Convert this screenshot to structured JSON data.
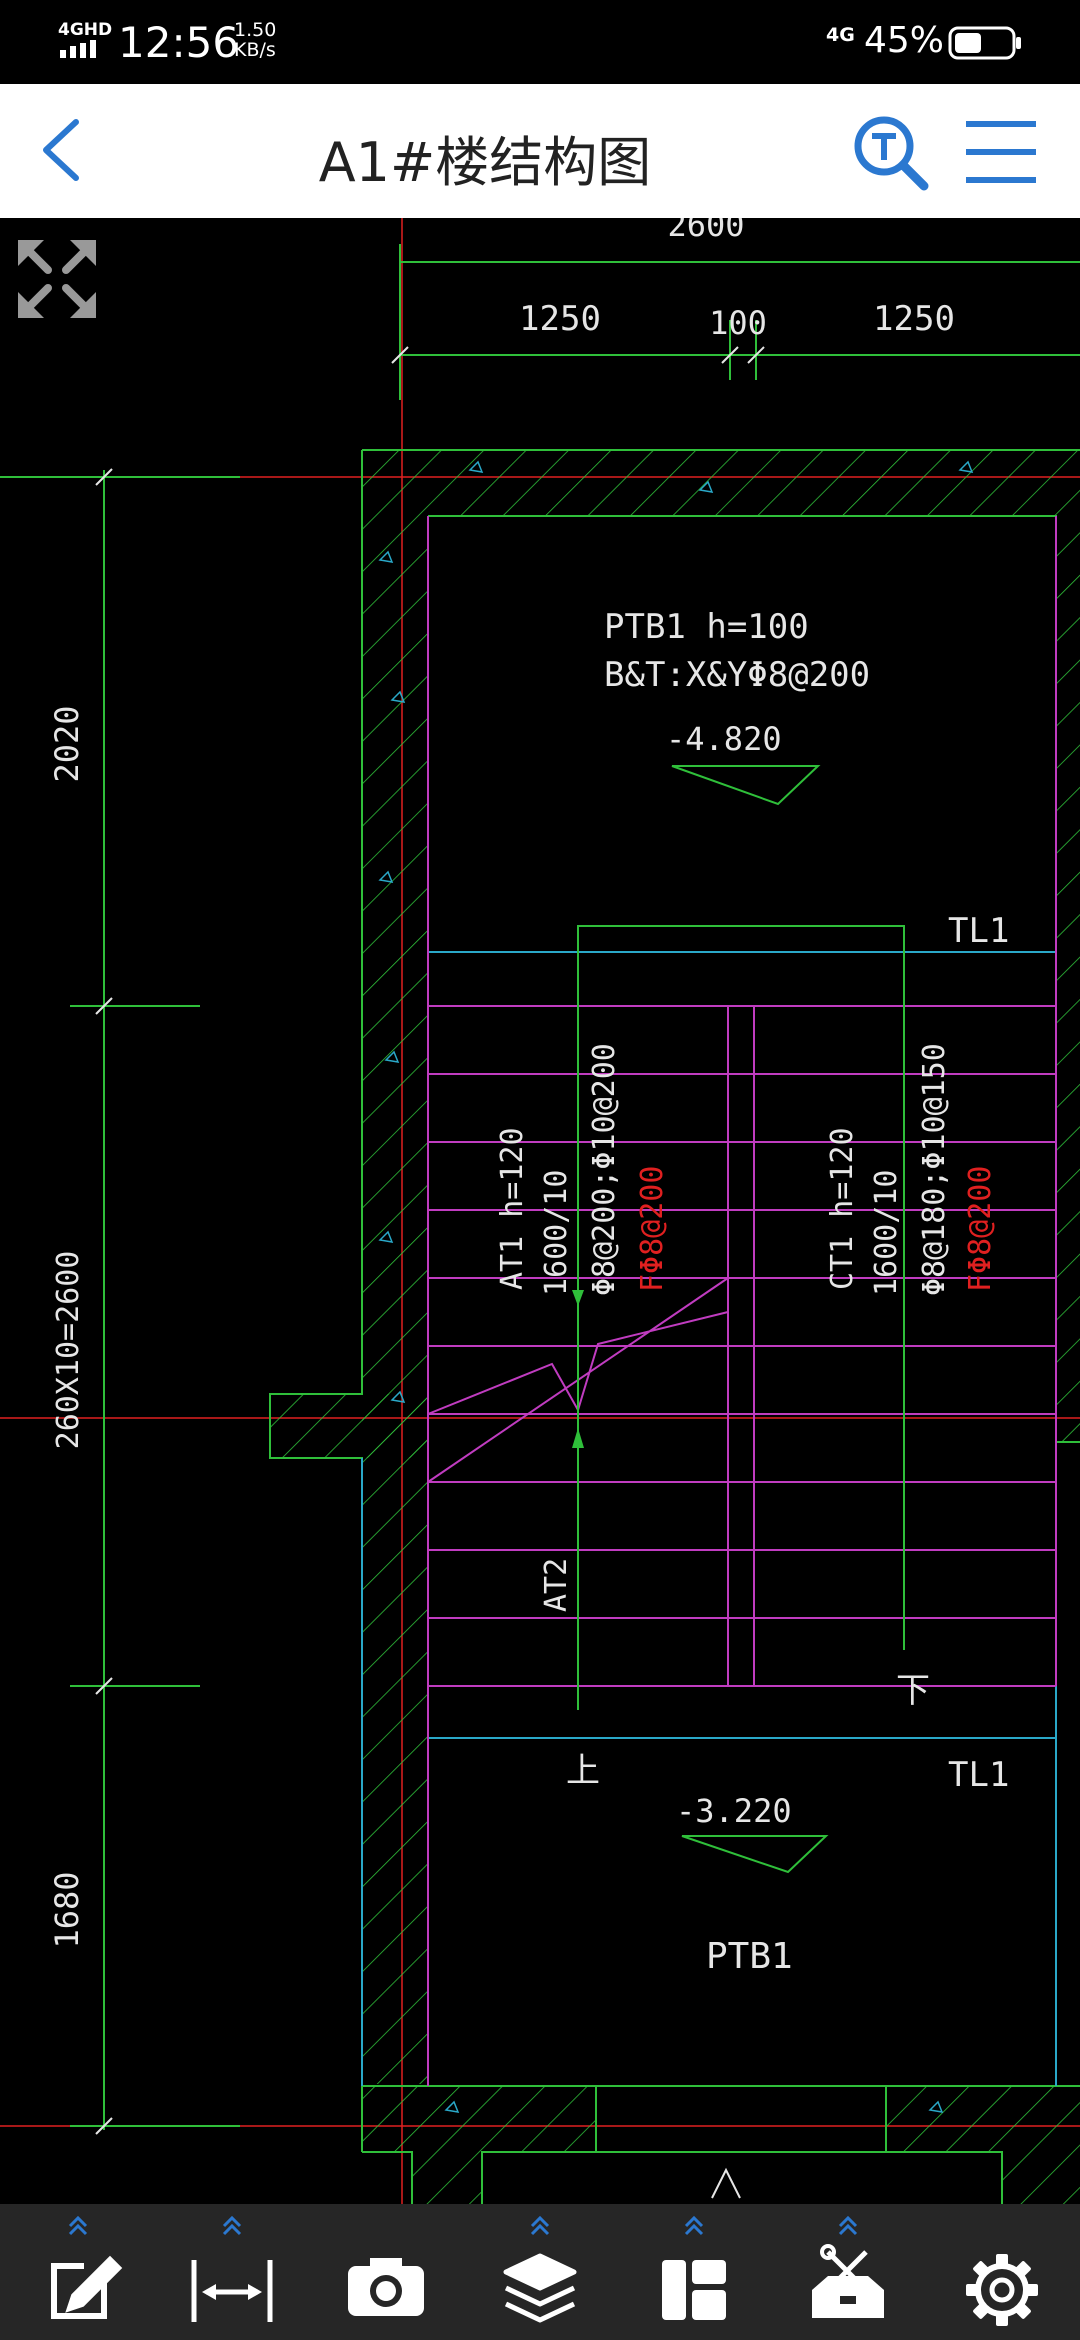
{
  "status_bar": {
    "network": "4GHD",
    "time": "12:56",
    "speed_value": "1.50",
    "speed_unit": "KB/s",
    "signal_4g": "4G",
    "battery": "45%"
  },
  "header": {
    "title": "A1#楼结构图",
    "back_icon": "chevron-left-icon",
    "search_icon": "search-text-icon",
    "menu_icon": "hamburger-menu-icon"
  },
  "drawing": {
    "dim_top_total": "2600",
    "dim_top_left": "1250",
    "dim_top_mid": "100",
    "dim_top_right": "1250",
    "dim_left_top": "2020",
    "dim_left_mid": "260X10=2600",
    "dim_left_bottom": "1680",
    "ptb_top_label": "PTB1  h=100",
    "ptb_top_rebar": "B&T:X&YΦ8@200",
    "elev_top": "-4.820",
    "tl_top": "TL1",
    "at1_label": "AT1  h=120",
    "at1_steps": "1600/10",
    "at1_rebar": "Φ8@200;Φ10@200",
    "at1_dist": "FΦ8@200",
    "ct1_label": "CT1  h=120",
    "ct1_steps": "1600/10",
    "ct1_rebar": "Φ8@180;Φ10@150",
    "ct1_dist": "FΦ8@200",
    "at2_label": "AT2",
    "up_label": "上",
    "down_label": "下",
    "tl_bottom": "TL1",
    "elev_bottom": "-3.220",
    "ptb_bottom_label": "PTB1"
  },
  "toolbar": {
    "items": [
      {
        "icon": "edit-annotate-icon"
      },
      {
        "icon": "measure-distance-icon"
      },
      {
        "icon": "camera-icon"
      },
      {
        "icon": "layers-icon"
      },
      {
        "icon": "layout-panels-icon"
      },
      {
        "icon": "toolbox-icon"
      },
      {
        "icon": "settings-gear-icon"
      }
    ]
  },
  "colors": {
    "cad_green": "#2fbf3a",
    "cad_magenta": "#c03cc0",
    "cad_red": "#e02020",
    "cad_cyan": "#2aa8c8",
    "cad_white": "#e6e6e6",
    "accent_blue": "#2b78d0"
  }
}
